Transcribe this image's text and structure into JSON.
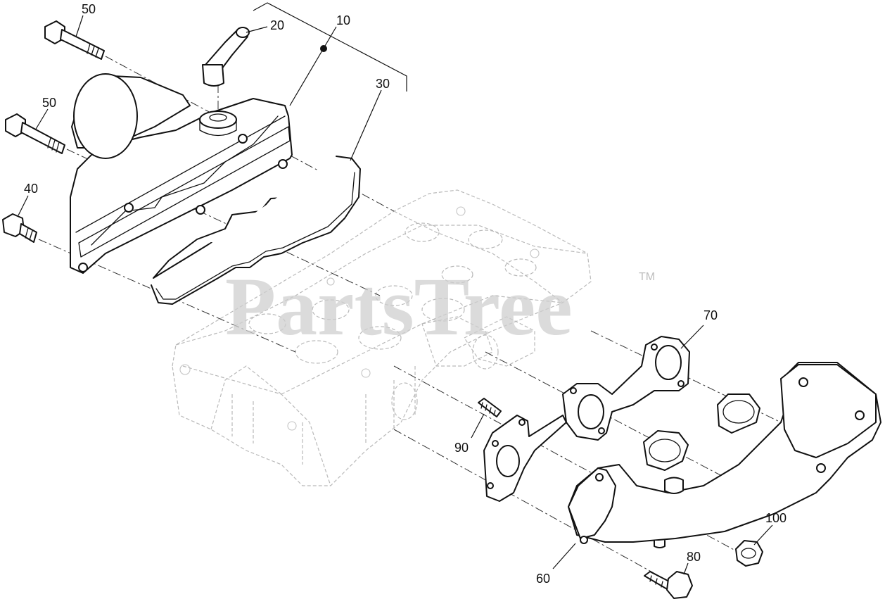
{
  "watermark": {
    "brand": "PartsTree",
    "trademark": "TM"
  },
  "callouts": [
    {
      "id": "c50a",
      "label": "50"
    },
    {
      "id": "c20",
      "label": "20"
    },
    {
      "id": "c10",
      "label": "10"
    },
    {
      "id": "c30",
      "label": "30"
    },
    {
      "id": "c50b",
      "label": "50"
    },
    {
      "id": "c40",
      "label": "40"
    },
    {
      "id": "c70",
      "label": "70"
    },
    {
      "id": "c90",
      "label": "90"
    },
    {
      "id": "c100",
      "label": "100"
    },
    {
      "id": "c80",
      "label": "80"
    },
    {
      "id": "c60",
      "label": "60"
    }
  ],
  "colors": {
    "line": "#111111",
    "ghost": "#b9b9b9",
    "watermark": "#cfcfcf",
    "background": "#ffffff"
  }
}
